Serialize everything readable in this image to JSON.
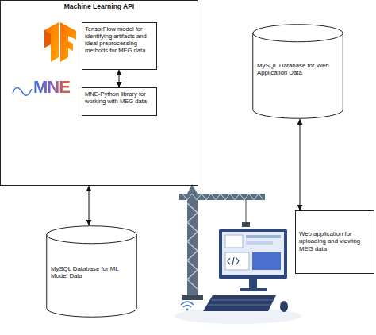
{
  "diagram": {
    "nodes": [
      {
        "text": [
          "Machine Learning API"
        ]
      },
      {
        "text": [
          "TensorFlow model for identifying artifacts and ideal preprocessing methods for MEG data"
        ],
        "in": 0
      },
      {
        "text": [
          "MNE-Python library for working with MEG data"
        ],
        "in": 0
      },
      {
        "text": [
          "MySQL Database for ML Model Data"
        ]
      },
      {
        "text": [
          "MySQL Database for Web Application Data"
        ]
      },
      {
        "text": [
          "Web application for uploading and viewing MEG data"
        ]
      }
    ],
    "edges": [
      {
        "from": 1,
        "to": 2,
        "arrow": "both"
      },
      {
        "from": 0,
        "to": 3,
        "arrow": "both"
      },
      {
        "from": 4,
        "to": 5,
        "arrow": "both"
      }
    ],
    "labels": [
      "MNE"
    ]
  }
}
